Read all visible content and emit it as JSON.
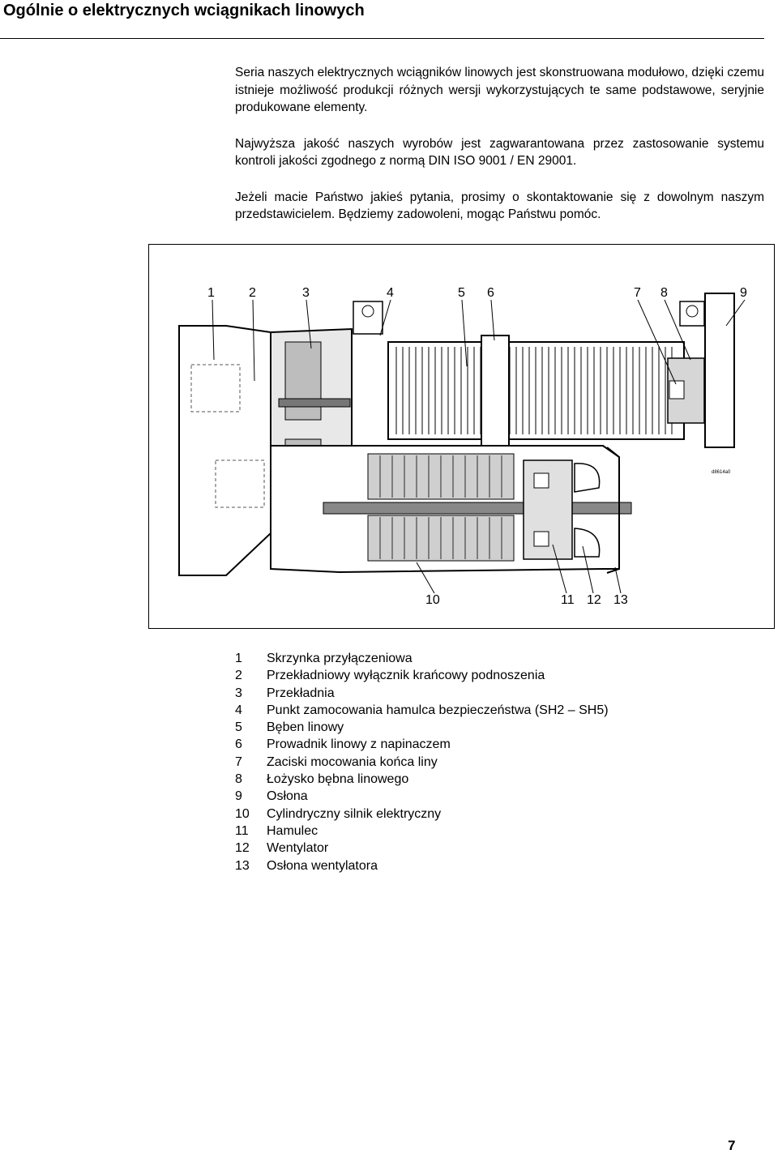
{
  "header": {
    "title": "Ogólnie o elektrycznych wciągnikach linowych"
  },
  "intro": {
    "paragraphs": [
      "Seria naszych elektrycznych wciągników linowych jest skonstruowana modułowo, dzięki czemu istnieje możliwość produkcji różnych wersji wykorzystujących te same podstawowe, seryjnie produkowane elementy.",
      "Najwyższa jakość naszych wyrobów jest zagwarantowana przez zastosowanie systemu kontroli jakości zgodnego z normą DIN ISO 9001 / EN 29001.",
      "Jeżeli macie Państwo jakieś pytania, prosimy o skontaktowanie się z dowolnym naszym przedstawicielem. Będziemy zadowoleni, mogąc Państwu pomóc."
    ]
  },
  "figure": {
    "callouts": [
      "1",
      "2",
      "3",
      "4",
      "5",
      "6",
      "7",
      "8",
      "9",
      "10",
      "11",
      "12",
      "13"
    ],
    "drawing_code": "d8614a0"
  },
  "legend": [
    {
      "num": "1",
      "text": "Skrzynka przyłączeniowa"
    },
    {
      "num": "2",
      "text": "Przekładniowy wyłącznik krańcowy podnoszenia"
    },
    {
      "num": "3",
      "text": "Przekładnia"
    },
    {
      "num": "4",
      "text": "Punkt zamocowania hamulca bezpieczeństwa (SH2 – SH5)"
    },
    {
      "num": "5",
      "text": "Bęben linowy"
    },
    {
      "num": "6",
      "text": "Prowadnik linowy z napinaczem"
    },
    {
      "num": "7",
      "text": "Zaciski mocowania końca liny"
    },
    {
      "num": "8",
      "text": "Łożysko bębna linowego"
    },
    {
      "num": "9",
      "text": "Osłona"
    },
    {
      "num": "10",
      "text": "Cylindryczny silnik elektryczny"
    },
    {
      "num": "11",
      "text": "Hamulec"
    },
    {
      "num": "12",
      "text": "Wentylator"
    },
    {
      "num": "13",
      "text": "Osłona wentylatora"
    }
  ],
  "footer": {
    "page_number": "7"
  }
}
